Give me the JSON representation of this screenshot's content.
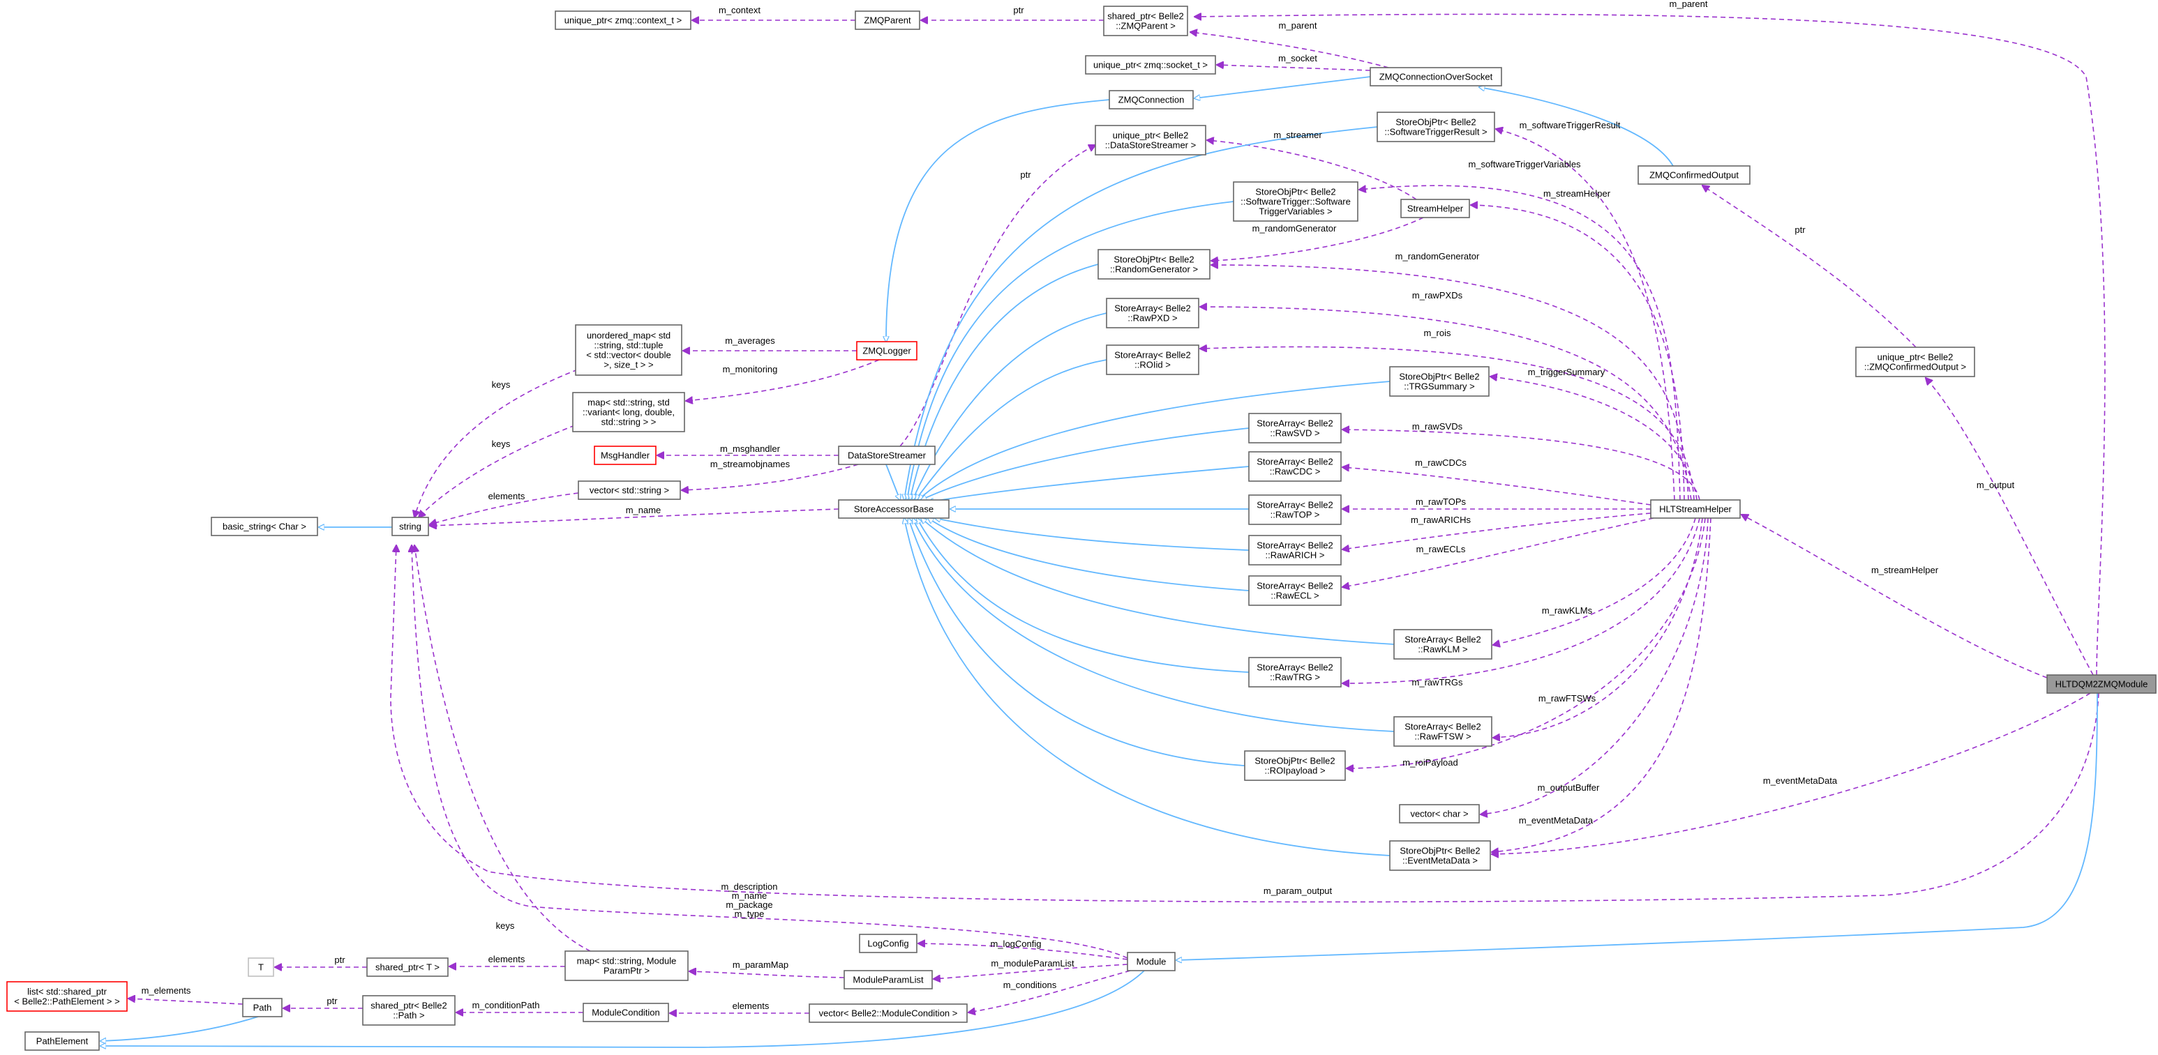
{
  "colors": {
    "inherit_edge": "#63b8ff",
    "usage_edge": "#9a32cd",
    "node_border": "#666666",
    "incomplete_border": "#ff0000",
    "placeholder_border": "#bfbfbf",
    "focus_fill": "#999999"
  },
  "nodes": {
    "zmq_ctx_ptr": {
      "lines": [
        "unique_ptr< zmq::context_t >"
      ]
    },
    "zmqparent": {
      "lines": [
        "ZMQParent"
      ]
    },
    "shared_zmqparent": {
      "lines": [
        "shared_ptr< Belle2",
        "::ZMQParent >"
      ]
    },
    "zmq_socket_ptr": {
      "lines": [
        "unique_ptr< zmq::socket_t >"
      ]
    },
    "zmqconn_socket": {
      "lines": [
        "ZMQConnectionOverSocket"
      ]
    },
    "zmqconnection": {
      "lines": [
        "ZMQConnection"
      ]
    },
    "uptr_dsstreamer": {
      "lines": [
        "unique_ptr< Belle2",
        "::DataStoreStreamer >"
      ]
    },
    "sop_swtrigresult": {
      "lines": [
        "StoreObjPtr< Belle2",
        "::SoftwareTriggerResult >"
      ]
    },
    "zmqconfirmedoutput": {
      "lines": [
        "ZMQConfirmedOutput"
      ]
    },
    "sop_swtrigvars": {
      "lines": [
        "StoreObjPtr< Belle2",
        "::SoftwareTrigger::Software",
        "TriggerVariables >"
      ]
    },
    "streamhelper": {
      "lines": [
        "StreamHelper"
      ]
    },
    "sop_randomgen": {
      "lines": [
        "StoreObjPtr< Belle2",
        "::RandomGenerator >"
      ]
    },
    "sa_rawpxd": {
      "lines": [
        "StoreArray< Belle2",
        "::RawPXD >"
      ]
    },
    "sa_roiid": {
      "lines": [
        "StoreArray< Belle2",
        "::ROIid >"
      ]
    },
    "uomap": {
      "lines": [
        "unordered_map< std",
        "::string, std::tuple",
        "< std::vector< double",
        ">, size_t > >"
      ]
    },
    "zmqlogger": {
      "lines": [
        "ZMQLogger"
      ]
    },
    "uptr_zmqconfout": {
      "lines": [
        "unique_ptr< Belle2",
        "::ZMQConfirmedOutput >"
      ]
    },
    "sop_trgsummary": {
      "lines": [
        "StoreObjPtr< Belle2",
        "::TRGSummary >"
      ]
    },
    "map_variant": {
      "lines": [
        "map< std::string, std",
        "::variant< long, double,",
        "std::string > >"
      ]
    },
    "sa_rawsvd": {
      "lines": [
        "StoreArray< Belle2",
        "::RawSVD >"
      ]
    },
    "msghandler": {
      "lines": [
        "MsgHandler"
      ]
    },
    "datastorestreamer": {
      "lines": [
        "DataStoreStreamer"
      ]
    },
    "sa_rawcdc": {
      "lines": [
        "StoreArray< Belle2",
        "::RawCDC >"
      ]
    },
    "vector_string": {
      "lines": [
        "vector< std::string >"
      ]
    },
    "basic_string": {
      "lines": [
        "basic_string< Char >"
      ]
    },
    "string": {
      "lines": [
        "string"
      ]
    },
    "storeaccessorbase": {
      "lines": [
        "StoreAccessorBase"
      ]
    },
    "sa_rawtop": {
      "lines": [
        "StoreArray< Belle2",
        "::RawTOP >"
      ]
    },
    "hltstreamhelper": {
      "lines": [
        "HLTStreamHelper"
      ]
    },
    "sa_rawarich": {
      "lines": [
        "StoreArray< Belle2",
        "::RawARICH >"
      ]
    },
    "sa_rawecl": {
      "lines": [
        "StoreArray< Belle2",
        "::RawECL >"
      ]
    },
    "sa_rawklm": {
      "lines": [
        "StoreArray< Belle2",
        "::RawKLM >"
      ]
    },
    "sa_rawtrg": {
      "lines": [
        "StoreArray< Belle2",
        "::RawTRG >"
      ]
    },
    "hltdqm2zmq": {
      "lines": [
        "HLTDQM2ZMQModule"
      ]
    },
    "sa_rawftsw": {
      "lines": [
        "StoreArray< Belle2",
        "::RawFTSW >"
      ]
    },
    "sop_roipayload": {
      "lines": [
        "StoreObjPtr< Belle2",
        "::ROIpayload >"
      ]
    },
    "vector_char": {
      "lines": [
        "vector< char >"
      ]
    },
    "sop_eventmeta": {
      "lines": [
        "StoreObjPtr< Belle2",
        "::EventMetaData >"
      ]
    },
    "logconfig": {
      "lines": [
        "LogConfig"
      ]
    },
    "t_node": {
      "lines": [
        "T"
      ]
    },
    "shared_t": {
      "lines": [
        "shared_ptr< T >"
      ]
    },
    "map_moduleparam": {
      "lines": [
        "map< std::string, Module",
        "ParamPtr >"
      ]
    },
    "moduleparamlist": {
      "lines": [
        "ModuleParamList"
      ]
    },
    "module": {
      "lines": [
        "Module"
      ]
    },
    "list_sharedptr": {
      "lines": [
        "list< std::shared_ptr",
        "< Belle2::PathElement > >"
      ]
    },
    "path": {
      "lines": [
        "Path"
      ]
    },
    "shared_path": {
      "lines": [
        "shared_ptr< Belle2",
        "::Path >"
      ]
    },
    "modulecondition": {
      "lines": [
        "ModuleCondition"
      ]
    },
    "vector_modcond": {
      "lines": [
        "vector< Belle2::ModuleCondition >"
      ]
    },
    "pathelement": {
      "lines": [
        "PathElement"
      ]
    }
  },
  "edge_labels": {
    "m_parent_top": "m_parent",
    "m_context": "m_context",
    "ptr_zmqparent": "ptr",
    "m_parent_socket": "m_parent",
    "m_socket": "m_socket",
    "ptr_dsstreamer": "ptr",
    "m_streamer": "m_streamer",
    "m_softwareTriggerResult": "m_softwareTriggerResult",
    "m_softwareTriggerVariables": "m_softwareTriggerVariables",
    "m_streamHelper_sh": "m_streamHelper",
    "ptr_confout": "ptr",
    "m_randomGenerator_sh": "m_randomGenerator",
    "m_randomGenerator_hlt": "m_randomGenerator",
    "m_rawPXDs": "m_rawPXDs",
    "m_rois": "m_rois",
    "m_averages": "m_averages",
    "m_monitoring": "m_monitoring",
    "keys_uomap": "keys",
    "m_triggerSummary": "m_triggerSummary",
    "keys_mapvariant": "keys",
    "m_rawSVDs": "m_rawSVDs",
    "m_msghandler": "m_msghandler",
    "m_streamobjnames": "m_streamobjnames",
    "m_rawCDCs": "m_rawCDCs",
    "m_output": "m_output",
    "elements_vecstring": "elements",
    "m_rawTOPs": "m_rawTOPs",
    "m_name": "m_name",
    "m_rawARICHs": "m_rawARICHs",
    "m_streamHelper_hlt": "m_streamHelper",
    "m_rawECLs": "m_rawECLs",
    "m_rawKLMs": "m_rawKLMs",
    "m_rawTRGs": "m_rawTRGs",
    "m_rawFTSWs": "m_rawFTSWs",
    "m_roiPayload": "m_roiPayload",
    "m_eventMetaData_dqm": "m_eventMetaData",
    "m_outputBuffer": "m_outputBuffer",
    "m_eventMetaData_hlt": "m_eventMetaData",
    "m_param_output": "m_param_output",
    "module_string_fields": [
      "m_description",
      "m_name",
      "m_package",
      "m_type"
    ],
    "keys_mapmodparam": "keys",
    "m_logConfig": "m_logConfig",
    "ptr_t": "ptr",
    "elements_shared_t": "elements",
    "m_paramMap": "m_paramMap",
    "m_moduleParamList": "m_moduleParamList",
    "m_elements": "m_elements",
    "m_conditions": "m_conditions",
    "ptr_path": "ptr",
    "m_conditionPath": "m_conditionPath",
    "elements_vecmodcond": "elements"
  }
}
